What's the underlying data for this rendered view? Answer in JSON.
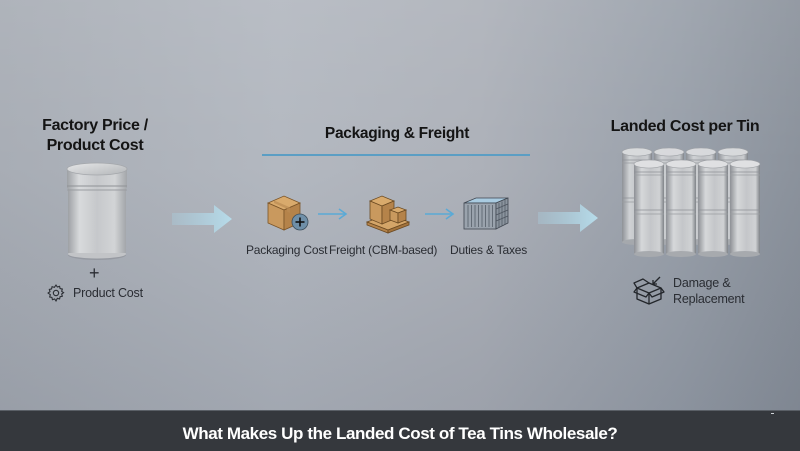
{
  "left_section": {
    "title_line1": "Factory Price /",
    "title_line2": "Product Cost",
    "image": "single-tea-tin",
    "plus_symbol": "+",
    "item_label": "Product Cost",
    "item_icon": "gear-icon"
  },
  "middle_section": {
    "title": "Packaging & Freight",
    "steps": [
      {
        "label": "Packaging Cost",
        "icon": "cardboard-box-plus-icon"
      },
      {
        "label": "Freight (CBM-based)",
        "icon": "pallet-boxes-icon"
      },
      {
        "label": "Duties & Taxes",
        "icon": "shipping-container-icon"
      }
    ]
  },
  "right_section": {
    "title": "Landed Cost per Tin",
    "image": "grouped-tea-tins",
    "item_label_line1": "Damage &",
    "item_label_line2": "Replacement",
    "item_icon": "damaged-box-icon"
  },
  "caption": {
    "text": "What Makes Up the Landed Cost of Tea Tins Wholesale?"
  },
  "colors": {
    "arrow": "#a9cfe0",
    "timeline": "#5b9ec4",
    "small_arrow": "#5aaad6",
    "caption_bg": "#35383d",
    "box_tan": "#c9995e"
  }
}
